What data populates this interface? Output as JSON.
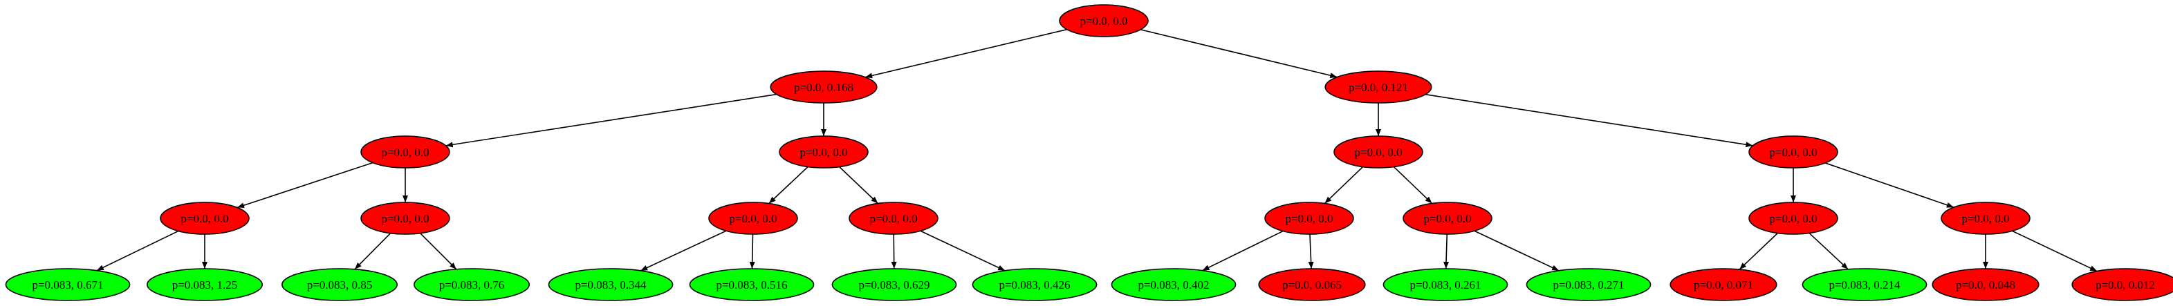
{
  "colors": {
    "red": "#ff0000",
    "green": "#00ff00",
    "edge": "#000000",
    "outline": "#000000"
  },
  "nodes": [
    {
      "id": "n0",
      "label": "p=0.0, 0.0",
      "color": "red"
    },
    {
      "id": "n1",
      "label": "p=0.0, 0.168",
      "color": "red"
    },
    {
      "id": "n2",
      "label": "p=0.0, 0.121",
      "color": "red"
    },
    {
      "id": "n3",
      "label": "p=0.0, 0.0",
      "color": "red"
    },
    {
      "id": "n4",
      "label": "p=0.0, 0.0",
      "color": "red"
    },
    {
      "id": "n5",
      "label": "p=0.0, 0.0",
      "color": "red"
    },
    {
      "id": "n6",
      "label": "p=0.0, 0.0",
      "color": "red"
    },
    {
      "id": "n7",
      "label": "p=0.0, 0.0",
      "color": "red"
    },
    {
      "id": "n8",
      "label": "p=0.0, 0.0",
      "color": "red"
    },
    {
      "id": "n9",
      "label": "p=0.0, 0.0",
      "color": "red"
    },
    {
      "id": "n10",
      "label": "p=0.0, 0.0",
      "color": "red"
    },
    {
      "id": "n11",
      "label": "p=0.0, 0.0",
      "color": "red"
    },
    {
      "id": "n12",
      "label": "p=0.0, 0.0",
      "color": "red"
    },
    {
      "id": "n13",
      "label": "p=0.0, 0.0",
      "color": "red"
    },
    {
      "id": "n14",
      "label": "p=0.0, 0.0",
      "color": "red"
    },
    {
      "id": "n15",
      "label": "p=0.083, 0.671",
      "color": "green"
    },
    {
      "id": "n16",
      "label": "p=0.083, 1.25",
      "color": "green"
    },
    {
      "id": "n17",
      "label": "p=0.083, 0.85",
      "color": "green"
    },
    {
      "id": "n18",
      "label": "p=0.083, 0.76",
      "color": "green"
    },
    {
      "id": "n19",
      "label": "p=0.083, 0.344",
      "color": "green"
    },
    {
      "id": "n20",
      "label": "p=0.083, 0.516",
      "color": "green"
    },
    {
      "id": "n21",
      "label": "p=0.083, 0.629",
      "color": "green"
    },
    {
      "id": "n22",
      "label": "p=0.083, 0.426",
      "color": "green"
    },
    {
      "id": "n23",
      "label": "p=0.083, 0.402",
      "color": "green"
    },
    {
      "id": "n24",
      "label": "p=0.0, 0.065",
      "color": "red"
    },
    {
      "id": "n25",
      "label": "p=0.083, 0.261",
      "color": "green"
    },
    {
      "id": "n26",
      "label": "p=0.083, 0.271",
      "color": "green"
    },
    {
      "id": "n27",
      "label": "p=0.0, 0.071",
      "color": "red"
    },
    {
      "id": "n28",
      "label": "p=0.083, 0.214",
      "color": "green"
    },
    {
      "id": "n29",
      "label": "p=0.0, 0.048",
      "color": "red"
    },
    {
      "id": "n30",
      "label": "p=0.0, 0.012",
      "color": "red"
    }
  ],
  "edges": [
    {
      "from": "n0",
      "to": "n1"
    },
    {
      "from": "n0",
      "to": "n2"
    },
    {
      "from": "n1",
      "to": "n3"
    },
    {
      "from": "n1",
      "to": "n4"
    },
    {
      "from": "n2",
      "to": "n5"
    },
    {
      "from": "n2",
      "to": "n6"
    },
    {
      "from": "n3",
      "to": "n7"
    },
    {
      "from": "n3",
      "to": "n8"
    },
    {
      "from": "n4",
      "to": "n9"
    },
    {
      "from": "n4",
      "to": "n10"
    },
    {
      "from": "n5",
      "to": "n11"
    },
    {
      "from": "n5",
      "to": "n12"
    },
    {
      "from": "n6",
      "to": "n13"
    },
    {
      "from": "n6",
      "to": "n14"
    },
    {
      "from": "n7",
      "to": "n15"
    },
    {
      "from": "n7",
      "to": "n16"
    },
    {
      "from": "n8",
      "to": "n17"
    },
    {
      "from": "n8",
      "to": "n18"
    },
    {
      "from": "n9",
      "to": "n19"
    },
    {
      "from": "n9",
      "to": "n20"
    },
    {
      "from": "n10",
      "to": "n21"
    },
    {
      "from": "n10",
      "to": "n22"
    },
    {
      "from": "n11",
      "to": "n23"
    },
    {
      "from": "n11",
      "to": "n24"
    },
    {
      "from": "n12",
      "to": "n25"
    },
    {
      "from": "n12",
      "to": "n26"
    },
    {
      "from": "n13",
      "to": "n27"
    },
    {
      "from": "n13",
      "to": "n28"
    },
    {
      "from": "n14",
      "to": "n29"
    },
    {
      "from": "n14",
      "to": "n30"
    }
  ]
}
